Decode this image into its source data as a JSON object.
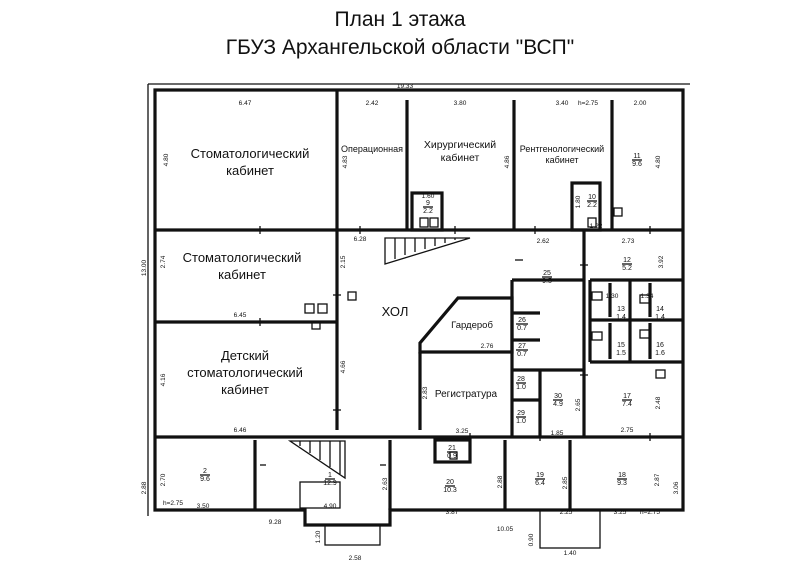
{
  "title": {
    "line1": "План 1 этажа",
    "line2": "ГБУЗ Архангельской области \"ВСП\""
  },
  "rooms": {
    "dental1": [
      "Стоматологический",
      "кабинет"
    ],
    "dental2": [
      "Стоматологический",
      "кабинет"
    ],
    "dental_child": [
      "Детский",
      "стоматологический",
      "кабинет"
    ],
    "operating": "Операционная",
    "surgical": [
      "Хирургический",
      "кабинет"
    ],
    "xray": [
      "Рентгенологический",
      "кабинет"
    ],
    "hall": "ХОЛ",
    "wardrobe": "Гардероб",
    "registry": "Регистратура"
  },
  "room_numbers": [
    {
      "n": "11",
      "a": "9.6"
    },
    {
      "n": "10",
      "a": "2.2"
    },
    {
      "n": "9",
      "a": "2.2"
    },
    {
      "n": "12",
      "a": "5.2"
    },
    {
      "n": "25",
      "a": "9.5"
    },
    {
      "n": "13",
      "a": "1.4"
    },
    {
      "n": "14",
      "a": "1.4"
    },
    {
      "n": "15",
      "a": "1.5"
    },
    {
      "n": "16",
      "a": "1.6"
    },
    {
      "n": "26",
      "a": "0.7"
    },
    {
      "n": "27",
      "a": "0.7"
    },
    {
      "n": "28",
      "a": "1.0"
    },
    {
      "n": "29",
      "a": "1.0"
    },
    {
      "n": "30",
      "a": "4.9"
    },
    {
      "n": "17",
      "a": "7.4"
    },
    {
      "n": "21",
      "a": "0.9"
    },
    {
      "n": "2",
      "a": "9.6"
    },
    {
      "n": "1",
      "a": "12.9"
    },
    {
      "n": "20",
      "a": "10.3"
    },
    {
      "n": "19",
      "a": "6.4"
    },
    {
      "n": "18",
      "a": "9.3"
    }
  ],
  "dimensions": {
    "overall": "19.33",
    "d647": "6.47",
    "d242": "2.42",
    "d380": "3.80",
    "d340": "3.40",
    "h275a": "h=2.75",
    "d200": "2.00",
    "d483": "4.83",
    "d486": "4.86",
    "d480": "4.80",
    "d480b": "4.80",
    "d160": "1.60",
    "d180": "1.80",
    "d122": "1.22",
    "d628": "6.28",
    "d262": "2.62",
    "d273": "2.73",
    "d215": "2.15",
    "d1300": "13.00",
    "d274": "2.74",
    "d392": "3.92",
    "d645": "6.45",
    "d130": "1.30",
    "d134": "1.34",
    "d416": "4.16",
    "d466": "4.66",
    "d276": "2.76",
    "d283": "2.83",
    "d265": "2.65",
    "d248": "2.48",
    "d646": "6.46",
    "d325": "3.25",
    "d185": "1.85",
    "d275": "2.75",
    "d288": "2.88",
    "d270": "2.70",
    "d263": "2.63",
    "d288b": "2.88",
    "d285": "2.85",
    "d287": "2.87",
    "d306": "3.06",
    "h275b": "h=2.75",
    "d350": "3.50",
    "d490": "4.90",
    "d387": "3.87",
    "d225": "2.25",
    "d325b": "3.25",
    "h275c": "h=2.75",
    "d928": "9.28",
    "d1005": "10.05",
    "d120": "1.20",
    "d090": "0.90",
    "d258": "2.58",
    "d140": "1.40"
  }
}
